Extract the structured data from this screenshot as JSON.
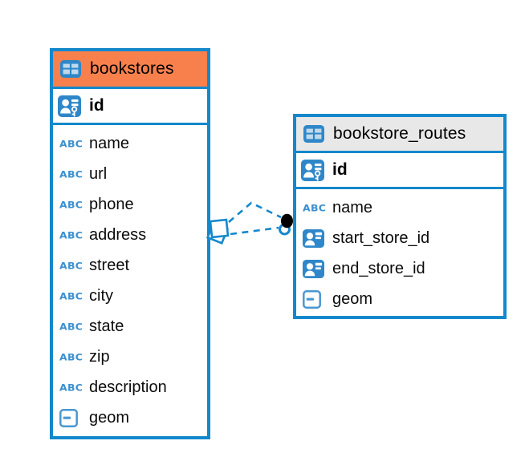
{
  "icons": {
    "abc_label": "ABC"
  },
  "colors": {
    "table_border": "#1488CC",
    "connector": "#1488CC",
    "bookstores_header_bg": "#F8804D",
    "routes_header_bg": "#E8E8E8",
    "icon_fill": "#2F87C9",
    "text_type_label": "#3B90D0"
  },
  "tables": [
    {
      "name": "bookstores",
      "columns": [
        {
          "name": "id",
          "type": "primary-key"
        },
        {
          "name": "name",
          "type": "text"
        },
        {
          "name": "url",
          "type": "text"
        },
        {
          "name": "phone",
          "type": "text"
        },
        {
          "name": "address",
          "type": "text"
        },
        {
          "name": "street",
          "type": "text"
        },
        {
          "name": "city",
          "type": "text"
        },
        {
          "name": "state",
          "type": "text"
        },
        {
          "name": "zip",
          "type": "text"
        },
        {
          "name": "description",
          "type": "text"
        },
        {
          "name": "geom",
          "type": "geometry"
        }
      ]
    },
    {
      "name": "bookstore_routes",
      "columns": [
        {
          "name": "id",
          "type": "primary-key"
        },
        {
          "name": "name",
          "type": "text"
        },
        {
          "name": "start_store_id",
          "type": "reference"
        },
        {
          "name": "end_store_id",
          "type": "reference"
        },
        {
          "name": "geom",
          "type": "geometry"
        }
      ]
    }
  ],
  "relationship": {
    "from_table": "bookstores",
    "to_table": "bookstore_routes",
    "line_style": "dashed"
  }
}
